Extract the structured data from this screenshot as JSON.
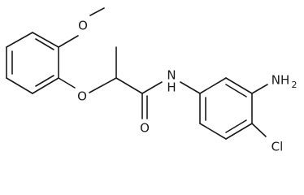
{
  "atoms": {
    "methoxy_oxygen": "O",
    "ether_oxygen": "O",
    "carbonyl_oxygen": "O",
    "amide_nitrogen": "N",
    "amide_hydrogen": "H",
    "amino_group": "NH",
    "amino_subscript": "2",
    "chlorine": "Cl"
  },
  "colors": {
    "bond": "#1a1a1a",
    "background": "#ffffff"
  }
}
